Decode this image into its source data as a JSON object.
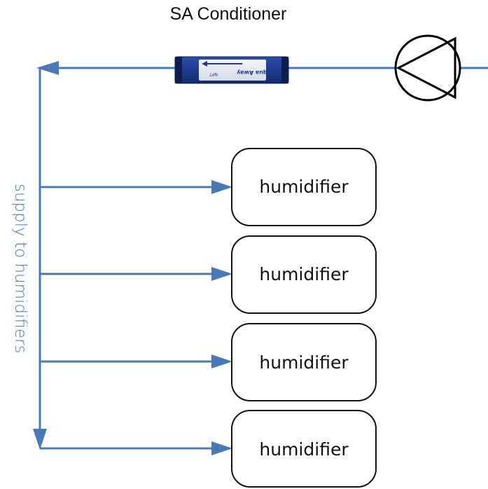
{
  "diagram": {
    "title": "SA Conditioner",
    "side_label": "supply to humidifiers",
    "cartridge": {
      "brand": "Aqua Away",
      "code": "NPT"
    },
    "humidifiers": [
      {
        "label": "humidifier"
      },
      {
        "label": "humidifier"
      },
      {
        "label": "humidifier"
      },
      {
        "label": "humidifier"
      }
    ],
    "colors": {
      "pipe": "#4a7ab5",
      "box_stroke": "#111111",
      "pump_stroke": "#000000",
      "cartridge_body": "#1f3a8a",
      "cartridge_label": "#e6eaf2"
    }
  }
}
